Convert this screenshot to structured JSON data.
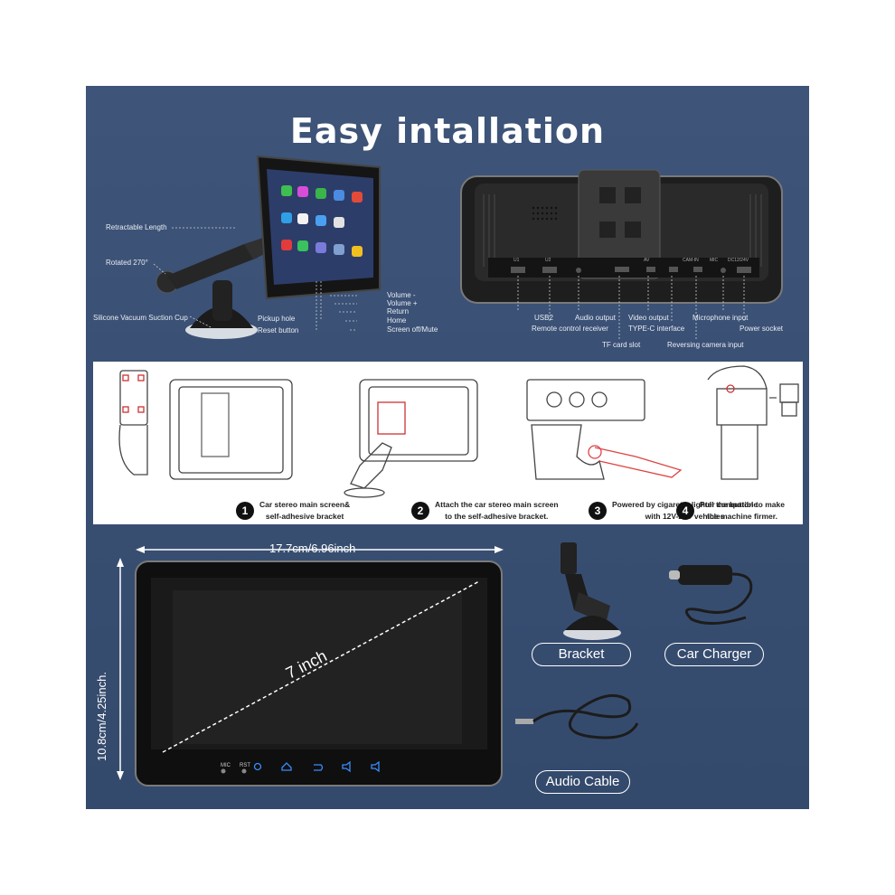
{
  "title": "Easy intallation",
  "callouts_left": {
    "retractable_length": "Retractable Length",
    "rotated": "Rotated 270°",
    "suction_cup": "Silicone Vacuum Suction Cup"
  },
  "callouts_buttons": {
    "pickup_hole": "Pickup hole",
    "reset_button": "Reset button",
    "volume_minus": "Volume -",
    "volume_plus": "Volume +",
    "return": "Return",
    "home": "Home",
    "screen_off": "Screen off/Mute"
  },
  "callouts_ports": {
    "usb2": "USB2",
    "remote_control": "Remote control receiver",
    "audio_output": "Audio output",
    "tf_card": "TF card slot",
    "video_output": "Video output",
    "type_c": "TYPE-C interface",
    "reversing_camera": "Reversing camera input",
    "microphone": "Microphone input",
    "power_socket": "Power socket"
  },
  "port_markings": [
    "U1",
    "U2",
    "AV",
    "CAM-IN",
    "MIC",
    "DC12/24V"
  ],
  "steps": [
    {
      "num": "1",
      "line1": "Car stereo main screen&",
      "line2": "self-adhesive bracket"
    },
    {
      "num": "2",
      "line1": "Attach the car stereo main screen",
      "line2": "to the self-adhesive bracket."
    },
    {
      "num": "3",
      "line1": "Powered by cigarette lighter compatible",
      "line2": "with 12V-24V vehicles"
    },
    {
      "num": "4",
      "line1": "Pull the button to make",
      "line2": "the machine firmer."
    }
  ],
  "dimensions": {
    "width": "17.7cm/6.96inch",
    "height": "10.8cm/4.25inch.",
    "diagonal": "7 inch"
  },
  "front_panel": {
    "mic": "MIC",
    "rst": "RST"
  },
  "accessories": {
    "bracket": "Bracket",
    "charger": "Car Charger",
    "audio_cable": "Audio Cable"
  },
  "colors": {
    "background_panel": "#3a5074",
    "text": "#ffffff",
    "button_glow": "#3b8cff"
  }
}
